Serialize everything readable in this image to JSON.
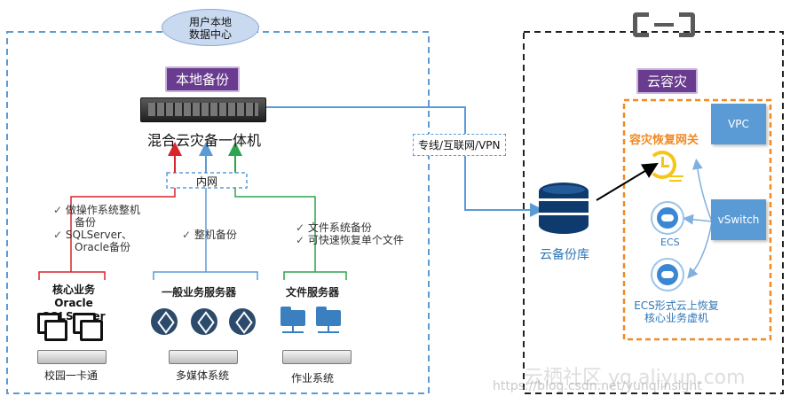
{
  "onprem": {
    "oval_line1": "用户本地",
    "oval_line2": "数据中心",
    "local_backup_label": "本地备份",
    "appliance_label": "混合云灾备一体机",
    "lan_label": "内网"
  },
  "groups": {
    "left": {
      "bullets": [
        "做操作系统整机",
        "备份",
        "SQLServer、",
        "Oracle备份"
      ],
      "title_line1": "核心业务",
      "title_line2": "Oracle SQLServer",
      "system_label": "校园一卡通"
    },
    "middle": {
      "bullets": [
        "整机备份"
      ],
      "title": "一般业务服务器",
      "system_label": "多媒体系统"
    },
    "right": {
      "bullets": [
        "文件系统备份",
        "可快速恢复单个文件"
      ],
      "title": "文件服务器",
      "system_label": "作业系统"
    }
  },
  "link_label": "专线/互联网/VPN",
  "cloud": {
    "title": "云容灾",
    "gateway_label": "容灾恢复网关",
    "vpc_label": "VPC",
    "vswitch_label": "vSwitch",
    "ecs_label": "ECS",
    "ecs_restore_line1": "ECS形式云上恢复",
    "ecs_restore_line2": "核心业务虚机",
    "backup_repo_label": "云备份库"
  },
  "watermark": {
    "main": "云栖社区 yq.aliyun.com",
    "sub": "https://blog.csdn.net/yunqiinsight"
  },
  "colors": {
    "purple": "#6a3c8f",
    "blue": "#5b9bd5",
    "orange": "#f08a24",
    "red": "#d9242b",
    "green": "#2ea44f"
  }
}
